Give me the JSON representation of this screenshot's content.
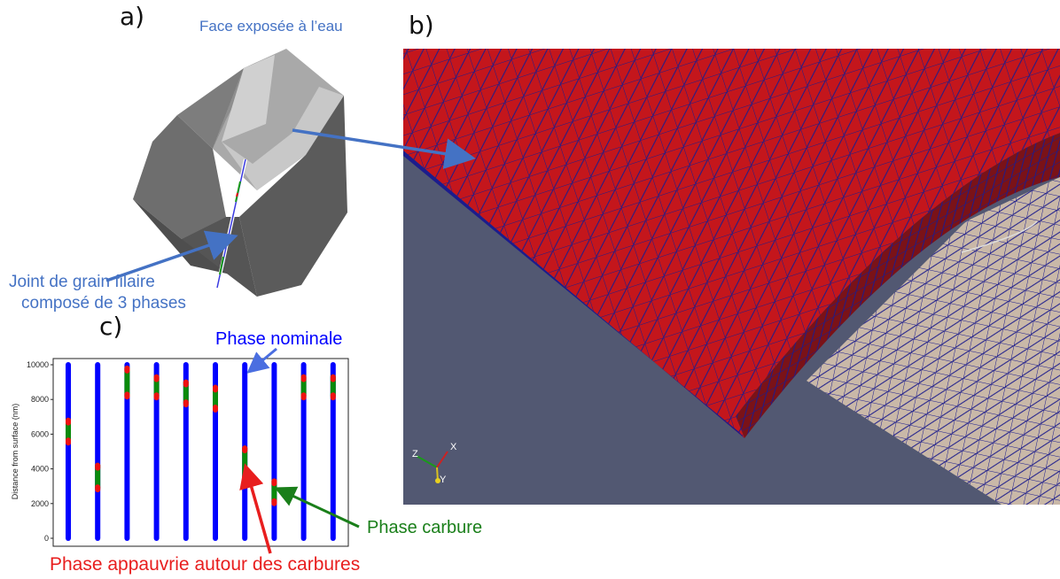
{
  "panels": {
    "a": "a)",
    "b": "b)",
    "c": "c)"
  },
  "annotations": {
    "face": "Face exposée à l’eau",
    "joint_line1": "Joint de grain filaire",
    "joint_line2": "composé de 3 phases",
    "phase_nominale": "Phase nominale",
    "phase_carbure": "Phase carbure",
    "phase_appauvrie": "Phase appauvrie autour des carbures"
  },
  "colors": {
    "annotation_blue": "#4472c4",
    "nominal_blue": "#0000ff",
    "carbide_green": "#0a8a0a",
    "depleted_red": "#ee1111",
    "mesh_red": "#c4161c",
    "mesh_line": "#1c1c8c",
    "viewport_bg": "#525872"
  },
  "axis_labels": {
    "x": "X",
    "y": "Y",
    "z": "Z"
  },
  "chart_data": {
    "type": "scatter",
    "ylabel": "Distance from surface (nm)",
    "ylim": [
      0,
      10000
    ],
    "yticks": [
      0,
      2000,
      4000,
      6000,
      8000,
      10000
    ],
    "columns": [
      {
        "carbide": [
          [
            5600,
            6800
          ]
        ],
        "depleted": [
          [
            5500,
            5650
          ],
          [
            6650,
            6800
          ]
        ]
      },
      {
        "carbide": [
          [
            2900,
            4200
          ]
        ],
        "depleted": [
          [
            2800,
            2950
          ],
          [
            4050,
            4200
          ]
        ]
      },
      {
        "carbide": [
          [
            8200,
            9800
          ]
        ],
        "depleted": [
          [
            8150,
            8300
          ],
          [
            9650,
            9800
          ]
        ]
      },
      {
        "carbide": [
          [
            8200,
            9300
          ]
        ],
        "depleted": [
          [
            8100,
            8250
          ],
          [
            9150,
            9300
          ]
        ]
      },
      {
        "carbide": [
          [
            7800,
            9000
          ]
        ],
        "depleted": [
          [
            7700,
            7850
          ],
          [
            8850,
            9000
          ]
        ]
      },
      {
        "carbide": [
          [
            7500,
            8700
          ]
        ],
        "depleted": [
          [
            7400,
            7550
          ],
          [
            8550,
            8700
          ]
        ]
      },
      {
        "carbide": [
          [
            3500,
            5200
          ]
        ],
        "depleted": [
          [
            3400,
            3550
          ],
          [
            5050,
            5200
          ]
        ]
      },
      {
        "carbide": [
          [
            2100,
            3300
          ]
        ],
        "depleted": [
          [
            2000,
            2150
          ],
          [
            3150,
            3300
          ]
        ]
      },
      {
        "carbide": [
          [
            8200,
            9300
          ]
        ],
        "depleted": [
          [
            8100,
            8250
          ],
          [
            9150,
            9300
          ]
        ]
      },
      {
        "carbide": [
          [
            8200,
            9300
          ]
        ],
        "depleted": [
          [
            8100,
            8250
          ],
          [
            9150,
            9300
          ]
        ]
      }
    ]
  }
}
